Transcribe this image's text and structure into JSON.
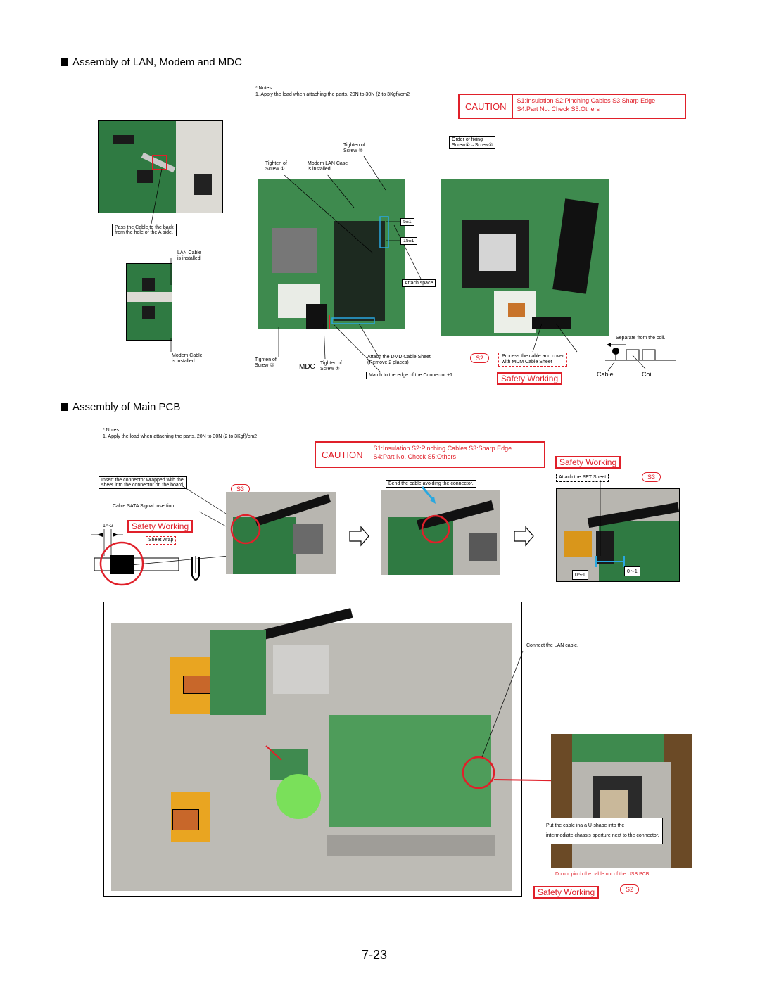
{
  "section1": {
    "title": "Assembly of LAN, Modem and MDC",
    "notes": [
      "* Notes:",
      "1. Apply the load when attaching the parts.   20N to 30N (2 to 3Kgf)/cm2"
    ],
    "caution": {
      "word": "CAUTION",
      "line1": "S1:Insulation  S2:Pinching Cables  S3:Sharp Edge",
      "line2": "S4:Part No. Check  S5:Others"
    },
    "labels": {
      "pass_cable": [
        "Pass the Cable to the back",
        "from the hole of the A side."
      ],
      "lan_cable": [
        "LAN Cable",
        "is installed."
      ],
      "modem_cable": [
        "Modem Cable",
        "is installed."
      ],
      "tighten2_top": [
        "Tighten of",
        "Screw ②"
      ],
      "tighten1_top": [
        "Tighten of",
        "Screw ①"
      ],
      "modem_case": [
        "Modem LAN Case",
        "is installed."
      ],
      "order_fixing": [
        "Order of fixing",
        "Screw①→Screw②"
      ],
      "dim1": "5±1",
      "dim2": "15±1",
      "attach_space": "Attach space",
      "tighten2_bottom": [
        "Tighten of",
        "Screw ②"
      ],
      "mdc": "MDC",
      "tighten1_bottom": [
        "Tighten of",
        "Screw ①"
      ],
      "dmd_sheet": [
        "Attach the DMD Cable Sheet",
        "(Remove  2 places)"
      ],
      "match_edge": "Match to the edge of the Connector.±1",
      "s2_badge": "S2",
      "process_cable": [
        "Process the cable and cover",
        "with MDM Cable Sheet"
      ],
      "safety": "Safety Working",
      "separate_coil": "Separate from the coil.",
      "cable": "Cable",
      "coil": "Coil"
    }
  },
  "section2": {
    "title": "Assembly of Main PCB",
    "notes": [
      "* Notes:",
      "1. Apply the load when attaching the parts. 20N to 30N (2 to 3Kgf)/cm2"
    ],
    "caution": {
      "word": "CAUTION",
      "line1": "S1:Insulation  S2:Pinching Cables  S3:Sharp Edge",
      "line2": "S4:Part No. Check  S5:Others"
    },
    "labels": {
      "insert_connector": [
        "Insert the connector wrapped with the",
        "sheet into the connector on the board."
      ],
      "s3_a": "S3",
      "cable_sata": "Cable SATA Signal Insertion",
      "dim_1_2": "1～2",
      "safety_a": "Safety Working",
      "sheet_wrap": "Sheet wrap",
      "bend_cable": "Bend the cable avoiding the connector.",
      "safety_b": "Safety Working",
      "attach_pet": "Attach the PET Sheet",
      "s3_b": "S3",
      "dim_0_1a": "0～1",
      "dim_0_1b": "0～1",
      "connect_lan": "Connect the LAN cable.",
      "u_shape": [
        "Put the cable ina a U-shape into the",
        "intermediate chassis aperture next to the connector."
      ],
      "pinch_note": "Do not pinch the cable out of the USB PCB.",
      "safety_c": "Safety Working",
      "s2": "S2"
    }
  },
  "page_number": "7-23"
}
